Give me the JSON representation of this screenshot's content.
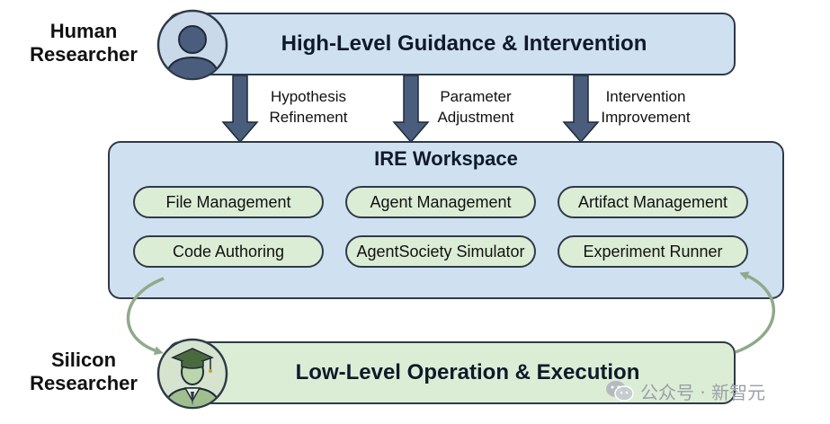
{
  "human_label": [
    "Human",
    "Researcher"
  ],
  "silicon_label": [
    "Silicon",
    "Researcher"
  ],
  "top_bar": {
    "title": "High-Level Guidance & Intervention"
  },
  "arrows": [
    {
      "label": [
        "Hypothesis",
        "Refinement"
      ]
    },
    {
      "label": [
        "Parameter",
        "Adjustment"
      ]
    },
    {
      "label": [
        "Intervention",
        "Improvement"
      ]
    }
  ],
  "workspace": {
    "title": "IRE Workspace",
    "modules": [
      "File Management",
      "Agent Management",
      "Artifact Management",
      "Code Authoring",
      "AgentSociety Simulator",
      "Experiment Runner"
    ]
  },
  "bottom_bar": {
    "title": "Low-Level Operation & Execution"
  },
  "watermark": {
    "text": "公众号 · 新智元"
  },
  "icons": {
    "human": "person-avatar-icon",
    "silicon": "graduate-avatar-icon",
    "watermark": "wechat-icon"
  },
  "colors": {
    "blue_fill": "#cfe0f1",
    "green_fill": "#dcedd6",
    "outline": "#2f3a48",
    "arrow_fill": "#4a5d7c",
    "cycle_arrow": "#8faa8a"
  }
}
